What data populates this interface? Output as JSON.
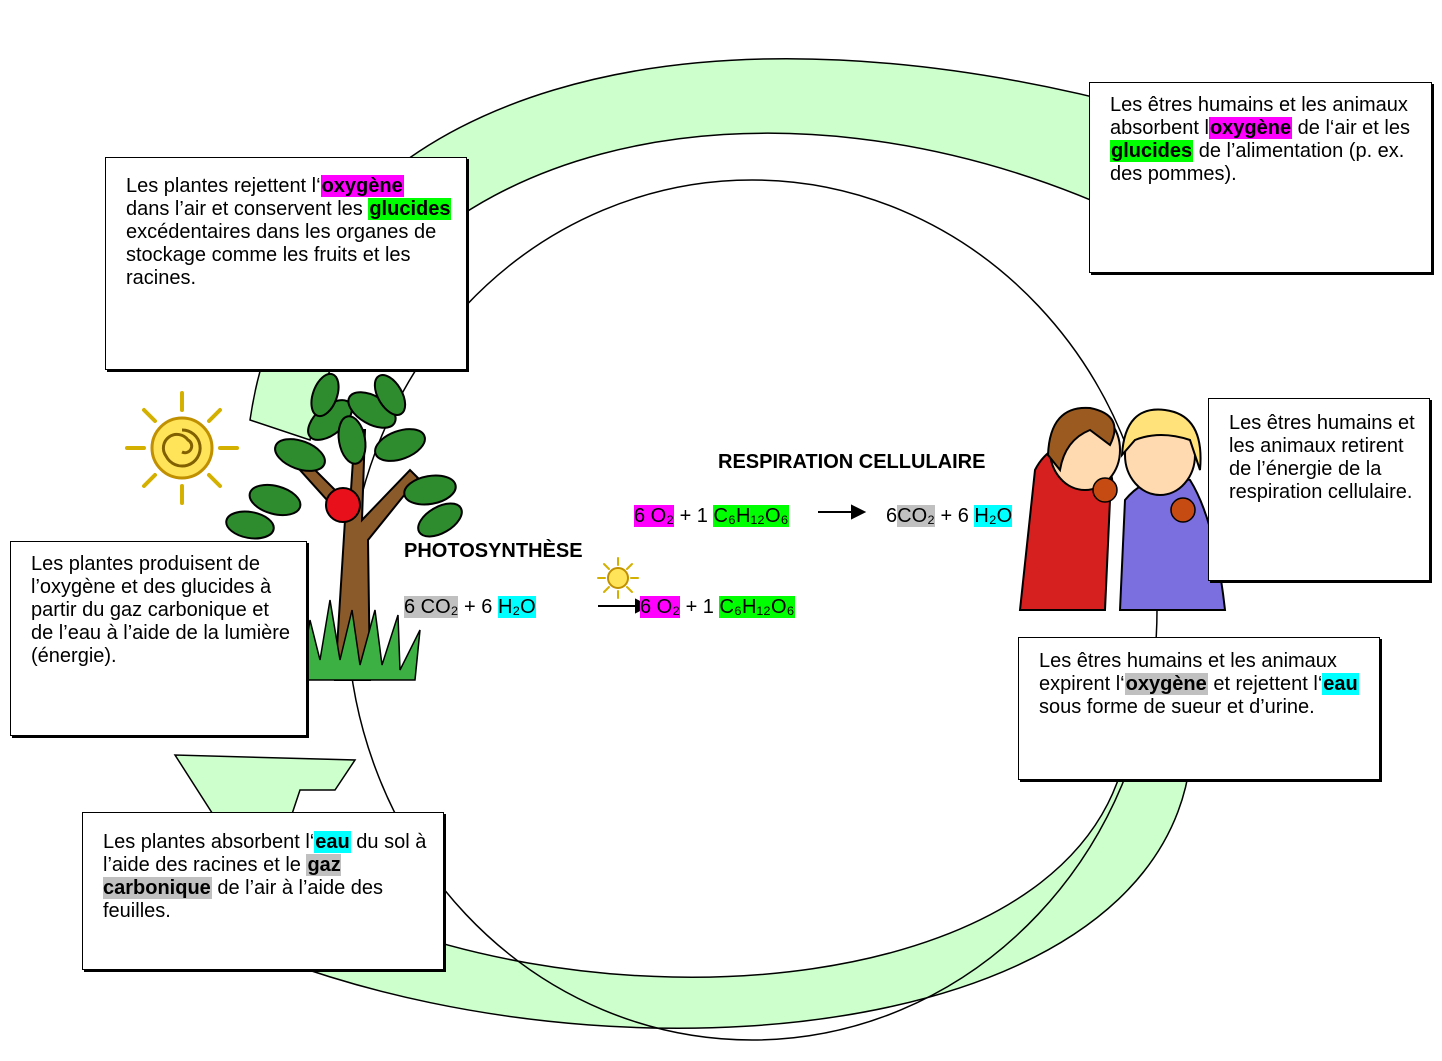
{
  "diagram": {
    "photosynthesis": {
      "title": "PHOTOSYNTHÈSE",
      "reactants": {
        "co2": "6 CO₂",
        "plus": "+ 6",
        "h2o": "H₂O"
      },
      "products": {
        "o2": "6 O₂",
        "plus": "+ 1",
        "glucose": "C₆H₁₂O₆"
      }
    },
    "respiration": {
      "title": "RESPIRATION CELLULAIRE",
      "reactants": {
        "o2": "6 O₂",
        "plus": "+ 1",
        "glucose": "C₆H₁₂O₆"
      },
      "products": {
        "six": "6",
        "co2": "CO₂",
        "plus": "+ 6",
        "h2o": "H₂O"
      }
    }
  },
  "boxes": {
    "plants_release": {
      "t1": "Les plantes rejettent l‘",
      "k1": "oxygène",
      "t2": " dans l’air et conservent les ",
      "k2": "glucides",
      "t3": " excédentaires dans les organes de stockage comme les fruits et les racines."
    },
    "humans_absorb": {
      "t1": "Les êtres humains et les animaux absorbent l",
      "k1": "oxygène",
      "t2": " de l‘air et les ",
      "k2": "glucides",
      "t3": " de l’alimentation (p. ex. des pommes)."
    },
    "humans_energy": {
      "text": "Les êtres humains et les animaux retirent de l’énergie de la respiration cellulaire."
    },
    "plants_produce": {
      "text": "Les plantes produisent de l’oxygène et des glucides à partir du gaz carbonique et de l’eau à l’aide de la lumière (énergie)."
    },
    "humans_exhale": {
      "t1": "Les êtres humains et les animaux expirent l‘",
      "k1": "oxygène",
      "t2": " et rejettent l‘",
      "k2": "eau",
      "t3": " sous forme de sueur et d’urine."
    },
    "plants_absorb": {
      "t1": "Les plantes absorbent l‘",
      "k1": "eau",
      "t2": " du sol à l’aide des racines et le ",
      "k2": "gaz carbonique",
      "t3": " de l’air à l’aide des feuilles."
    }
  },
  "icons": [
    "sun-icon",
    "small-sun-icon",
    "tree-icon",
    "apple-icon",
    "children-icon",
    "arrow-right-icon"
  ],
  "colors": {
    "arrow_fill": "#ccffcc",
    "oxygen": "#ff00ff",
    "glucose": "#00ff00",
    "water": "#00ffff",
    "co2": "#c0c0c0"
  }
}
